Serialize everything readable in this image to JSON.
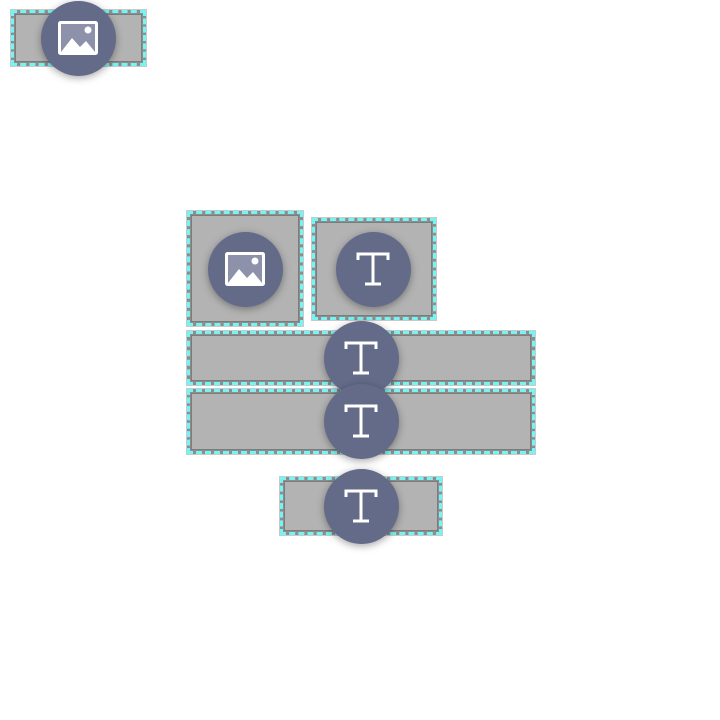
{
  "placeholders": [
    {
      "kind": "image",
      "icon": "image-icon"
    },
    {
      "kind": "image",
      "icon": "image-icon"
    },
    {
      "kind": "text",
      "icon": "text-icon"
    },
    {
      "kind": "text",
      "icon": "text-icon"
    },
    {
      "kind": "text",
      "icon": "text-icon"
    },
    {
      "kind": "text",
      "icon": "text-icon"
    }
  ],
  "colors": {
    "badge": "#636b88",
    "box": "#b3b3b3",
    "dash": "#76f3f3"
  }
}
